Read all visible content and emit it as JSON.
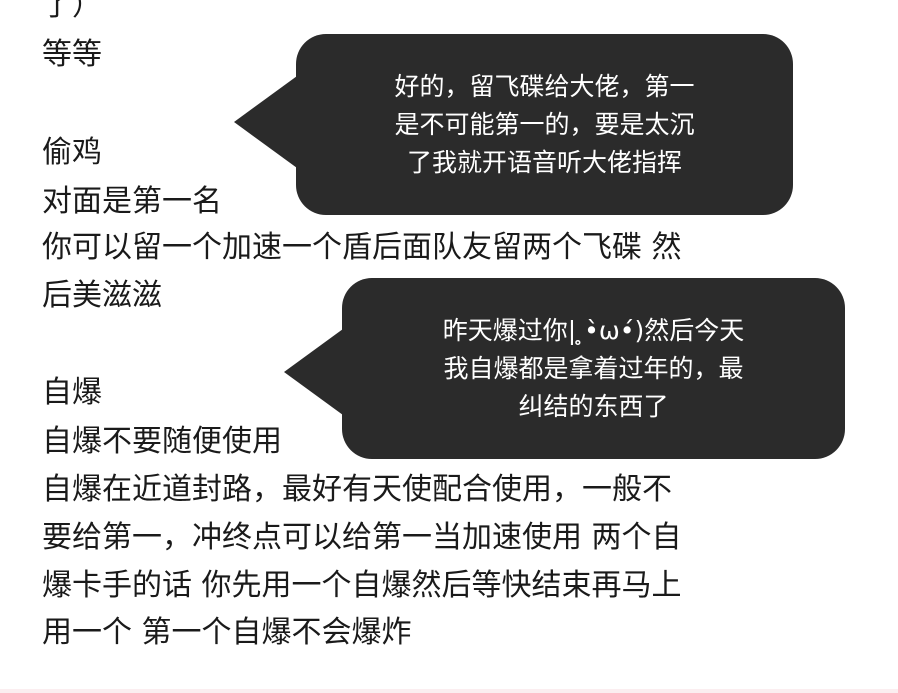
{
  "note": {
    "lines": [
      "了）",
      "等等",
      "",
      "偷鸡",
      "对面是第一名",
      "你可以留一个加速一个盾后面队友留两个飞碟 然",
      "后美滋滋",
      "",
      "自爆",
      "自爆不要随便使用",
      "自爆在近道封路，最好有天使配合使用，一般不",
      "要给第一，冲终点可以给第一当加速使用  两个自",
      "爆卡手的话  你先用一个自爆然后等快结束再马上",
      "用一个  第一个自爆不会爆炸"
    ]
  },
  "bubbles": [
    {
      "text": "好的，留飞碟给大佬，第一\n是不可能第一的，要是太沉\n了我就开语音听大佬指挥"
    },
    {
      "text": "昨天爆过你|  ̥•̀ω•́)然后今天\n我自爆都是拿着过年的，最\n纠结的东西了"
    }
  ],
  "colors": {
    "bubble_bg": "#2b2b2b",
    "bubble_text": "#ffffff",
    "note_text": "#1a1a1a",
    "background": "#ffffff"
  }
}
